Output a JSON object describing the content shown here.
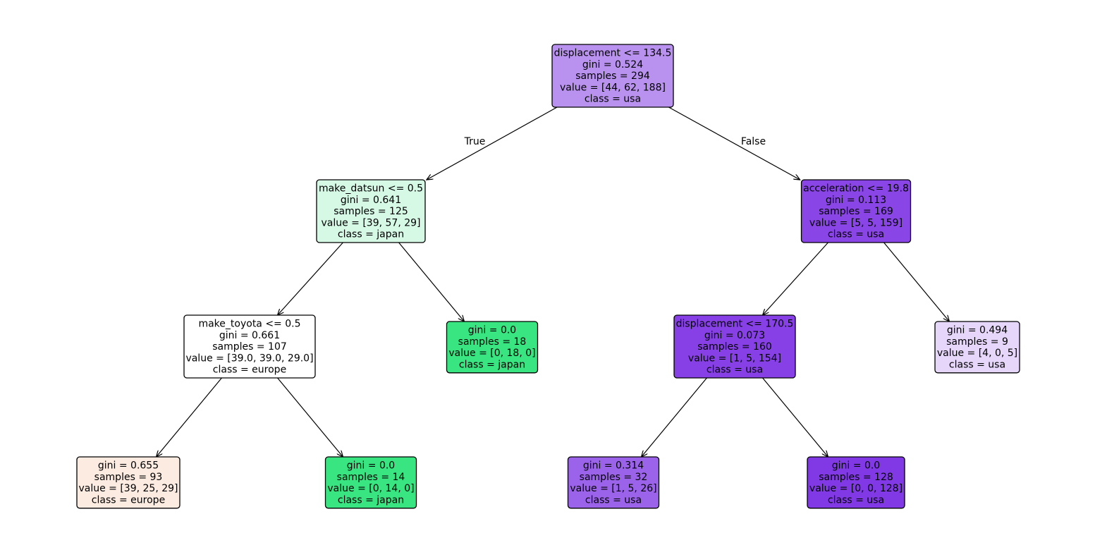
{
  "tree": {
    "nodes": [
      {
        "id": "root",
        "lines": [
          "displacement <= 134.5",
          "gini = 0.524",
          "samples = 294",
          "value = [44, 62, 188]",
          "class = usa"
        ],
        "color": "#b992f0"
      },
      {
        "id": "n1",
        "lines": [
          "make_datsun <= 0.5",
          "gini = 0.641",
          "samples = 125",
          "value = [39, 57, 29]",
          "class = japan"
        ],
        "color": "#d6f9e6"
      },
      {
        "id": "n2",
        "lines": [
          "make_toyota <= 0.5",
          "gini = 0.661",
          "samples = 107",
          "value = [39.0, 39.0, 29.0]",
          "class = europe"
        ],
        "color": "#ffffff"
      },
      {
        "id": "n3",
        "lines": [
          "gini = 0.655",
          "samples = 93",
          "value = [39, 25, 29]",
          "class = europe"
        ],
        "color": "#fcebe0"
      },
      {
        "id": "n4",
        "lines": [
          "gini = 0.0",
          "samples = 14",
          "value = [0, 14, 0]",
          "class = japan"
        ],
        "color": "#39e581"
      },
      {
        "id": "n5",
        "lines": [
          "gini = 0.0",
          "samples = 18",
          "value = [0, 18, 0]",
          "class = japan"
        ],
        "color": "#39e581"
      },
      {
        "id": "n6",
        "lines": [
          "acceleration <= 19.8",
          "gini = 0.113",
          "samples = 169",
          "value = [5, 5, 159]",
          "class = usa"
        ],
        "color": "#8a45e7"
      },
      {
        "id": "n7",
        "lines": [
          "displacement <= 170.5",
          "gini = 0.073",
          "samples = 160",
          "value = [1, 5, 154]",
          "class = usa"
        ],
        "color": "#8640e6"
      },
      {
        "id": "n8",
        "lines": [
          "gini = 0.314",
          "samples = 32",
          "value = [1, 5, 26]",
          "class = usa"
        ],
        "color": "#9b62ea"
      },
      {
        "id": "n9",
        "lines": [
          "gini = 0.0",
          "samples = 128",
          "value = [0, 0, 128]",
          "class = usa"
        ],
        "color": "#8139e5"
      },
      {
        "id": "n10",
        "lines": [
          "gini = 0.494",
          "samples = 9",
          "value = [4, 0, 5]",
          "class = usa"
        ],
        "color": "#e6d7fa"
      }
    ],
    "edges": [
      {
        "from": "root",
        "to": "n1",
        "label": "True"
      },
      {
        "from": "root",
        "to": "n6",
        "label": "False"
      },
      {
        "from": "n1",
        "to": "n2",
        "label": ""
      },
      {
        "from": "n1",
        "to": "n5",
        "label": ""
      },
      {
        "from": "n2",
        "to": "n3",
        "label": ""
      },
      {
        "from": "n2",
        "to": "n4",
        "label": ""
      },
      {
        "from": "n6",
        "to": "n7",
        "label": ""
      },
      {
        "from": "n6",
        "to": "n10",
        "label": ""
      },
      {
        "from": "n7",
        "to": "n8",
        "label": ""
      },
      {
        "from": "n7",
        "to": "n9",
        "label": ""
      }
    ]
  }
}
